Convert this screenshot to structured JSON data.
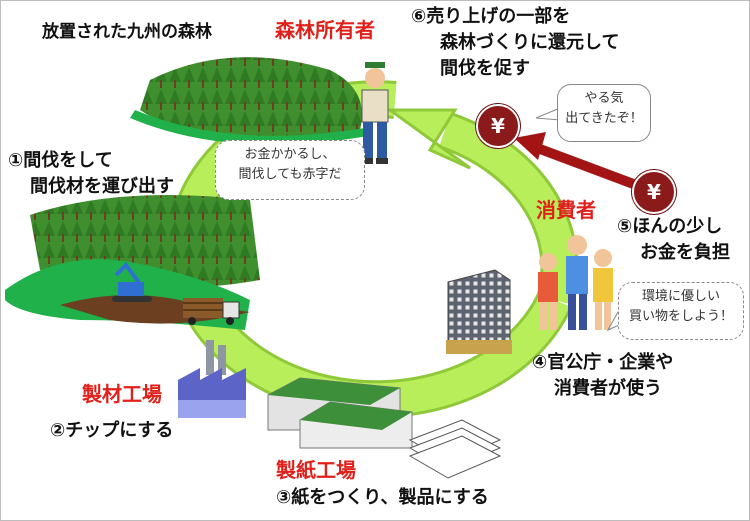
{
  "title": "放置された九州の森林",
  "forest_owner": "森林所有者",
  "step6": [
    "⑥売り上げの一部を",
    "森林づくりに還元して",
    "間伐を促す"
  ],
  "step1": [
    "①間伐をして",
    "間伐材を運び出す"
  ],
  "owner_bubble": [
    "お金かかるし、",
    "間伐しても赤字だ"
  ],
  "motivated_bubble": [
    "やる気",
    "出てきたぞ！"
  ],
  "consumer": "消費者",
  "step5": [
    "⑤ほんの少し",
    "お金を負担"
  ],
  "eco_bubble": [
    "環境に優しい",
    "買い物をしよう！"
  ],
  "step4": [
    "④官公庁・企業や",
    "消費者が使う"
  ],
  "sawmill": "製材工場",
  "step2": "②チップにする",
  "paper_mill": "製紙工場",
  "step3": "③紙をつくり、製品にする",
  "yen_symbol": "¥",
  "colors": {
    "cycle_arrow": "#b7ee5a",
    "cycle_outline": "#8fc93a",
    "heading_red": "#e0211b",
    "yen_coin": "#8b1a1a",
    "money_arrow": "#a31515",
    "forest_green": "#2e7d32"
  }
}
